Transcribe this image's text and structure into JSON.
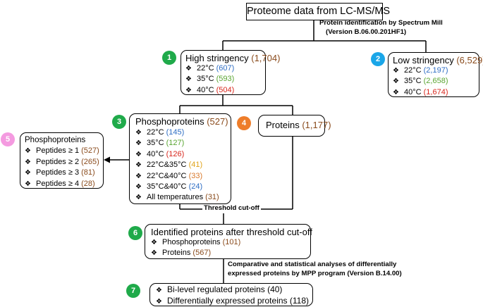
{
  "colors": {
    "badge_green": "#1faa4a",
    "badge_cyan": "#1aa6e8",
    "badge_orange": "#ee7d2a",
    "badge_pink": "#f49ae0",
    "count_brown": "#8a4b1c",
    "count_blue": "#2f6ec4",
    "count_green": "#5aa532",
    "count_red": "#d8261c",
    "count_yellow": "#e0a31a"
  },
  "bullet_symbol": "❖",
  "top": {
    "title": "Proteome data from LC-MS/MS"
  },
  "notes": {
    "protein_id_line1": "Protein identification by Spectrum Mill",
    "protein_id_line2": "(Version B.06.00.201HF1)",
    "threshold": "Threshold cut-off",
    "mpp_line1": "Comparative and statistical analyses of differentially",
    "mpp_line2": "expressed proteins by MPP program (Version B.14.00)"
  },
  "badges": {
    "b1": "1",
    "b2": "2",
    "b3": "3",
    "b4": "4",
    "b5": "5",
    "b6": "6",
    "b7": "7"
  },
  "high": {
    "title": "High stringency",
    "count": "(1,704)",
    "items": [
      {
        "label": "22°C",
        "count": "(607)"
      },
      {
        "label": "35°C",
        "count": "(593)"
      },
      {
        "label": "40°C",
        "count": "(504)"
      }
    ]
  },
  "low": {
    "title": "Low stringency",
    "count": "(6,529)",
    "items": [
      {
        "label": "22°C",
        "count": "(2,197)"
      },
      {
        "label": "35°C",
        "count": "(2,658)"
      },
      {
        "label": "40°C",
        "count": "(1,674)"
      }
    ]
  },
  "phospho": {
    "title": "Phosphoproteins",
    "count": "(527)",
    "items": [
      {
        "label": "22°C",
        "count": "(145)"
      },
      {
        "label": "35°C",
        "count": "(127)"
      },
      {
        "label": "40°C",
        "count": "(126)"
      },
      {
        "label": "22°C&35°C",
        "count": "(41)"
      },
      {
        "label": "22°C&40°C",
        "count": "(33)"
      },
      {
        "label": "35°C&40°C",
        "count": "(24)"
      },
      {
        "label": "All temperatures",
        "count": "(31)"
      }
    ]
  },
  "proteins": {
    "title": "Proteins",
    "count": "(1,177)"
  },
  "peptides": {
    "title": "Phosphoproteins",
    "items": [
      {
        "label": "Peptides ≥ 1",
        "count": "(527)"
      },
      {
        "label": "Peptides ≥ 2",
        "count": "(265)"
      },
      {
        "label": "Peptides ≥ 3",
        "count": "(81)"
      },
      {
        "label": "Peptides ≥ 4",
        "count": "(28)"
      }
    ]
  },
  "identified": {
    "title": "Identified proteins after threshold cut-off",
    "items": [
      {
        "label": "Phosphoproteins",
        "count": "(101)"
      },
      {
        "label": "Proteins",
        "count": "(567)"
      }
    ]
  },
  "final": {
    "items": [
      {
        "label": "Bi-level regulated proteins (40)"
      },
      {
        "label": "Differentially expressed proteins (118)"
      }
    ]
  }
}
